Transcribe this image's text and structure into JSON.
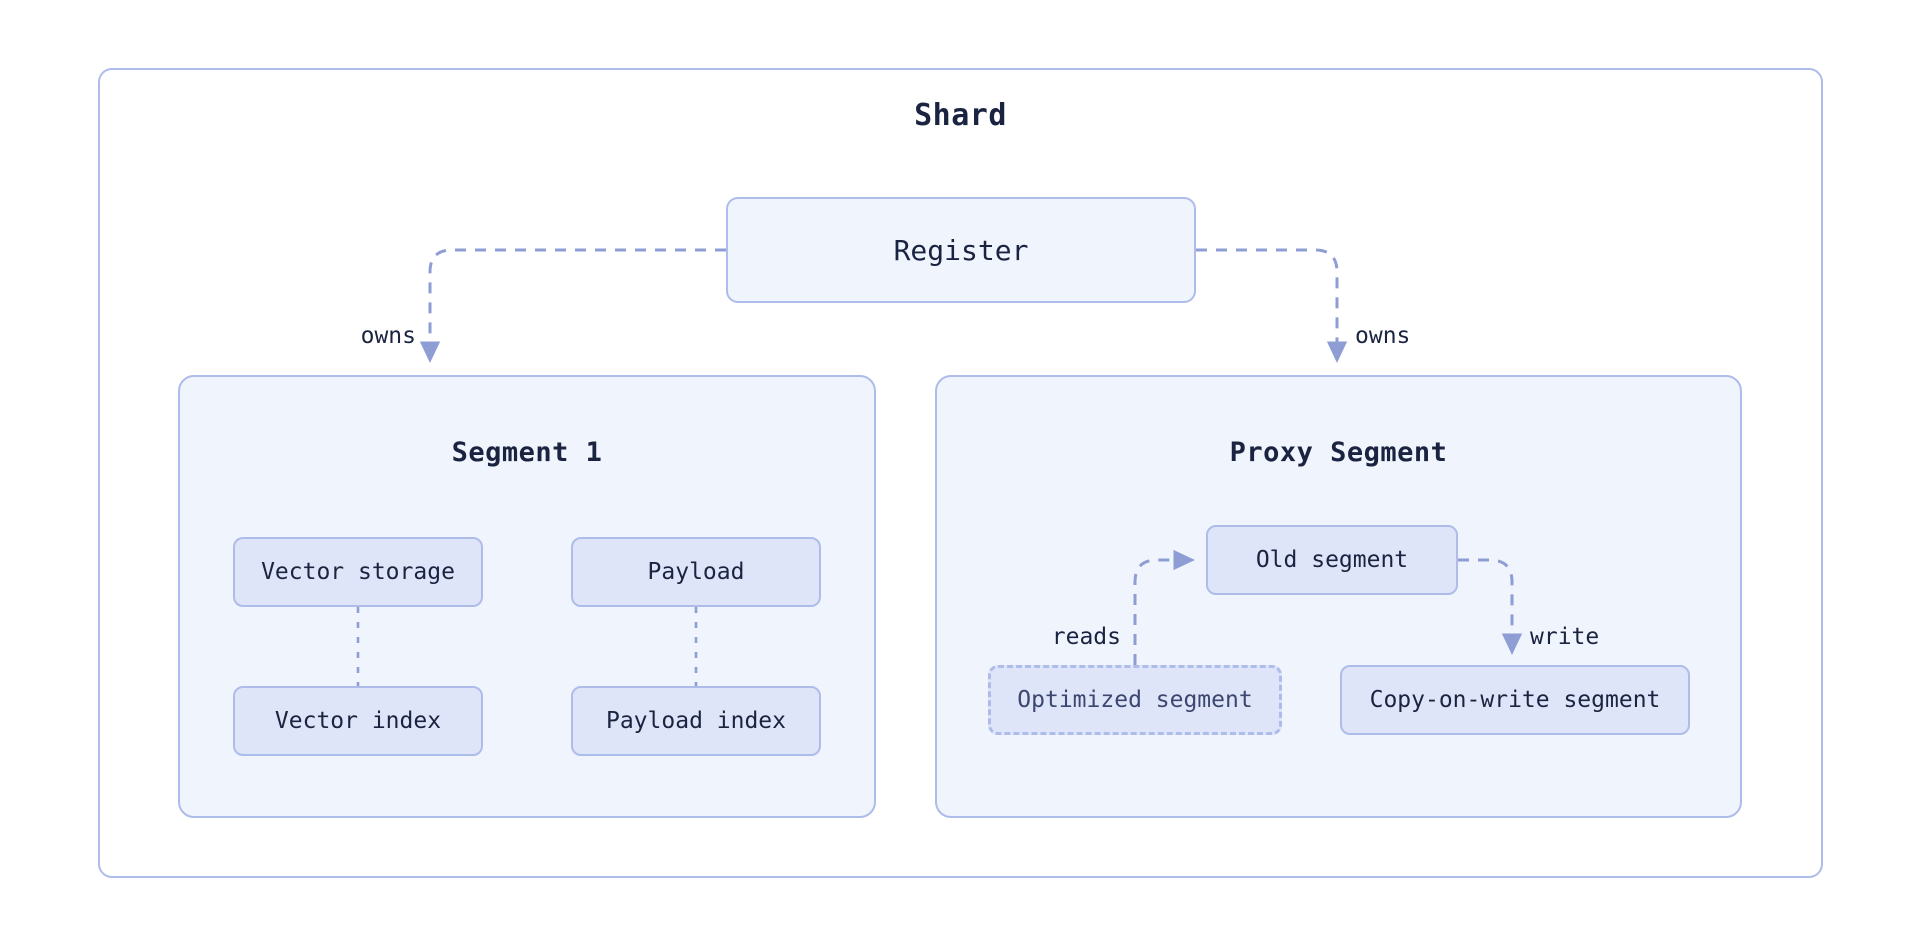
{
  "diagram": {
    "title": "Shard",
    "type": "flowchart",
    "theme": {
      "page_background": "#ffffff",
      "container_border": "#aebcea",
      "container_fill": "#eff4fd",
      "node_fill": "#dfe5f8",
      "node_border": "#aebcea",
      "text_color": "#1a2340",
      "muted_text_color": "#3c4770",
      "edge_color": "#8e9ed4"
    },
    "containers": [
      {
        "id": "shard",
        "label": "Shard"
      },
      {
        "id": "segment1",
        "label": "Segment 1"
      },
      {
        "id": "proxy_segment",
        "label": "Proxy Segment"
      }
    ],
    "nodes": [
      {
        "id": "register",
        "label": "Register",
        "style": "pale",
        "container": "shard"
      },
      {
        "id": "vector_storage",
        "label": "Vector storage",
        "style": "solid",
        "container": "segment1"
      },
      {
        "id": "vector_index",
        "label": "Vector index",
        "style": "solid",
        "container": "segment1"
      },
      {
        "id": "payload",
        "label": "Payload",
        "style": "solid",
        "container": "segment1"
      },
      {
        "id": "payload_index",
        "label": "Payload index",
        "style": "solid",
        "container": "segment1"
      },
      {
        "id": "old_segment",
        "label": "Old segment",
        "style": "solid",
        "container": "proxy_segment"
      },
      {
        "id": "optimized_segment",
        "label": "Optimized segment",
        "style": "dashed",
        "container": "proxy_segment"
      },
      {
        "id": "cow_segment",
        "label": "Copy-on-write segment",
        "style": "solid",
        "container": "proxy_segment"
      }
    ],
    "edges": [
      {
        "id": "owns_left",
        "from": "register",
        "to": "segment1",
        "label": "owns",
        "style": "dashed",
        "arrow": true
      },
      {
        "id": "owns_right",
        "from": "register",
        "to": "proxy_segment",
        "label": "owns",
        "style": "dashed",
        "arrow": true
      },
      {
        "id": "reads",
        "from": "optimized_segment",
        "to": "old_segment",
        "label": "reads",
        "style": "dashed",
        "arrow": true
      },
      {
        "id": "write",
        "from": "old_segment",
        "to": "cow_segment",
        "label": "write",
        "style": "dashed",
        "arrow": true
      },
      {
        "id": "vs_vi",
        "from": "vector_storage",
        "to": "vector_index",
        "label": "",
        "style": "dotted",
        "arrow": false
      },
      {
        "id": "pl_pi",
        "from": "payload",
        "to": "payload_index",
        "label": "",
        "style": "dotted",
        "arrow": false
      }
    ]
  }
}
